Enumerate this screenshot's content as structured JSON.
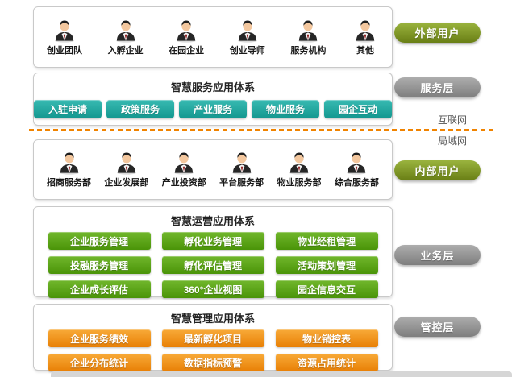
{
  "external_users": {
    "side_label": "外部用户",
    "items": [
      "创业团队",
      "入孵企业",
      "在园企业",
      "创业导师",
      "服务机构",
      "其他"
    ]
  },
  "service_layer": {
    "side_label": "服务层",
    "title": "智慧服务应用体系",
    "buttons": [
      "入驻申请",
      "政策服务",
      "产业服务",
      "物业服务",
      "园企互动"
    ]
  },
  "network": {
    "internet": "互联网",
    "lan": "局域网"
  },
  "internal_users": {
    "side_label": "内部用户",
    "items": [
      "招商服务部",
      "企业发展部",
      "产业投资部",
      "平台服务部",
      "物业服务部",
      "综合服务部"
    ]
  },
  "operations_layer": {
    "side_label": "业务层",
    "title": "智慧运营应用体系",
    "buttons": [
      "企业服务管理",
      "孵化业务管理",
      "物业经租管理",
      "投融服务管理",
      "孵化评估管理",
      "活动策划管理",
      "企业成长评估",
      "360°企业视图",
      "园企信息交互"
    ]
  },
  "management_layer": {
    "side_label": "管控层",
    "title": "智慧管理应用体系",
    "buttons": [
      "企业服务绩效",
      "最新孵化项目",
      "物业销控表",
      "企业分布统计",
      "数据指标预警",
      "资源占用统计"
    ]
  },
  "colors": {
    "pill_green": "#697f15",
    "pill_gray": "#7e7e7e",
    "btn_teal": "#13978f",
    "btn_green": "#4a9408",
    "btn_orange": "#e87f05",
    "divider_orange": "#f08300"
  }
}
